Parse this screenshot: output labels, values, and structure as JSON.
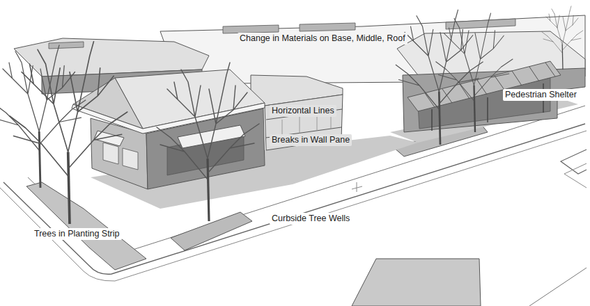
{
  "diagram": {
    "labels": [
      "Change in Materials on Base, Middle, Roof",
      "Pedestrian Shelter",
      "Horizontal Lines",
      "Breaks in Wall Pane",
      "Curbside Tree Wells",
      "Trees in Planting Strip"
    ]
  }
}
